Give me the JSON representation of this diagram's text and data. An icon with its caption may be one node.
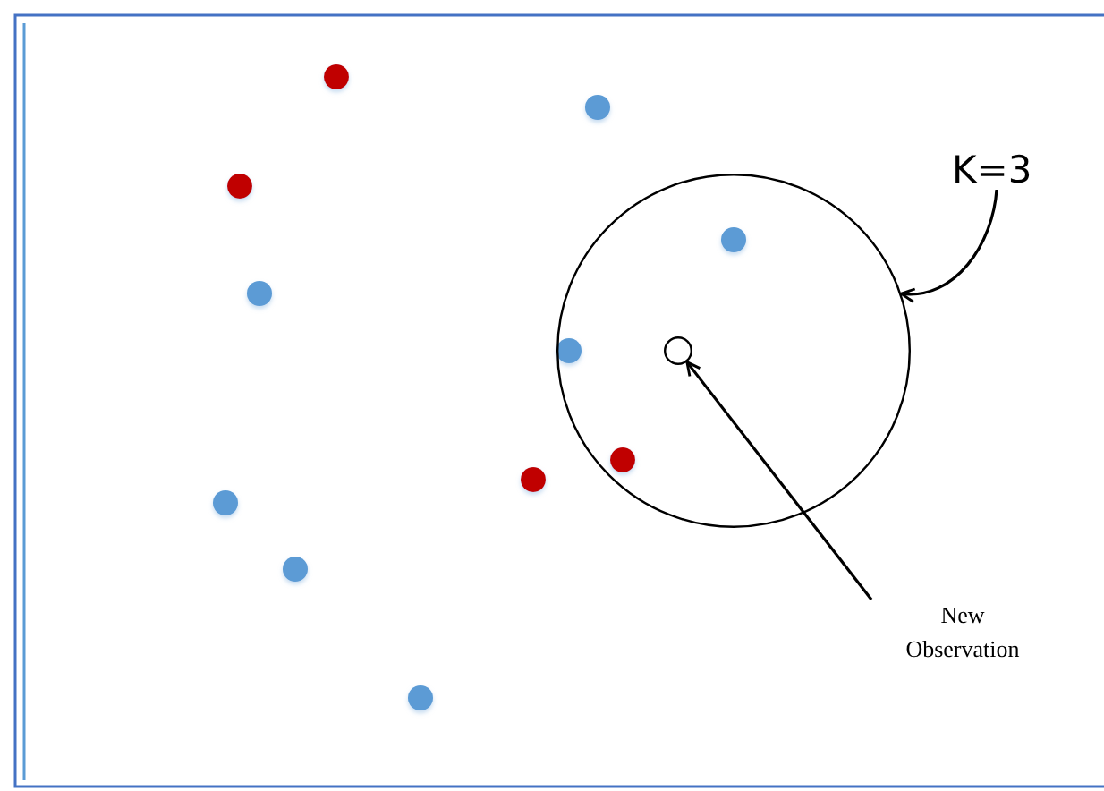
{
  "diagram": {
    "nodes": [
      {
        "text": [],
        "shape": "circle"
      },
      {
        "text": [],
        "shape": "circle",
        "in": 0
      },
      {
        "text": [
          "K=3"
        ]
      },
      {
        "text": [
          "New Observation"
        ]
      }
    ],
    "edges": [
      {
        "from": 2,
        "to": 0,
        "arrow": "to"
      },
      {
        "from": 3,
        "to": 1,
        "arrow": "to"
      }
    ]
  }
}
